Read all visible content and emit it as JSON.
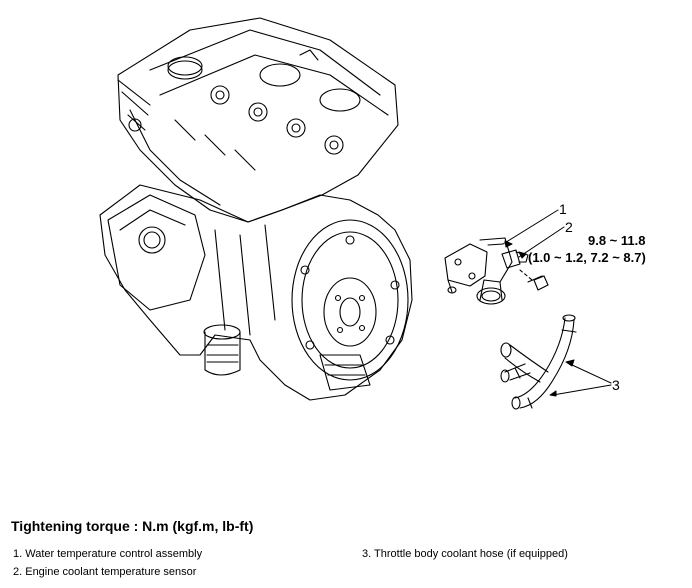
{
  "callouts": {
    "c1": "1",
    "c2": "2",
    "c3": "3"
  },
  "torque": {
    "value_nm": "9.8 ~ 11.8",
    "value_other": "(1.0 ~ 1.2, 7.2 ~ 8.7)"
  },
  "heading": "Tightening torque : N.m (kgf.m, lb-ft)",
  "legend": [
    "1. Water temperature control assembly",
    "2. Engine coolant temperature sensor",
    "3. Throttle body coolant hose (if equipped)"
  ]
}
